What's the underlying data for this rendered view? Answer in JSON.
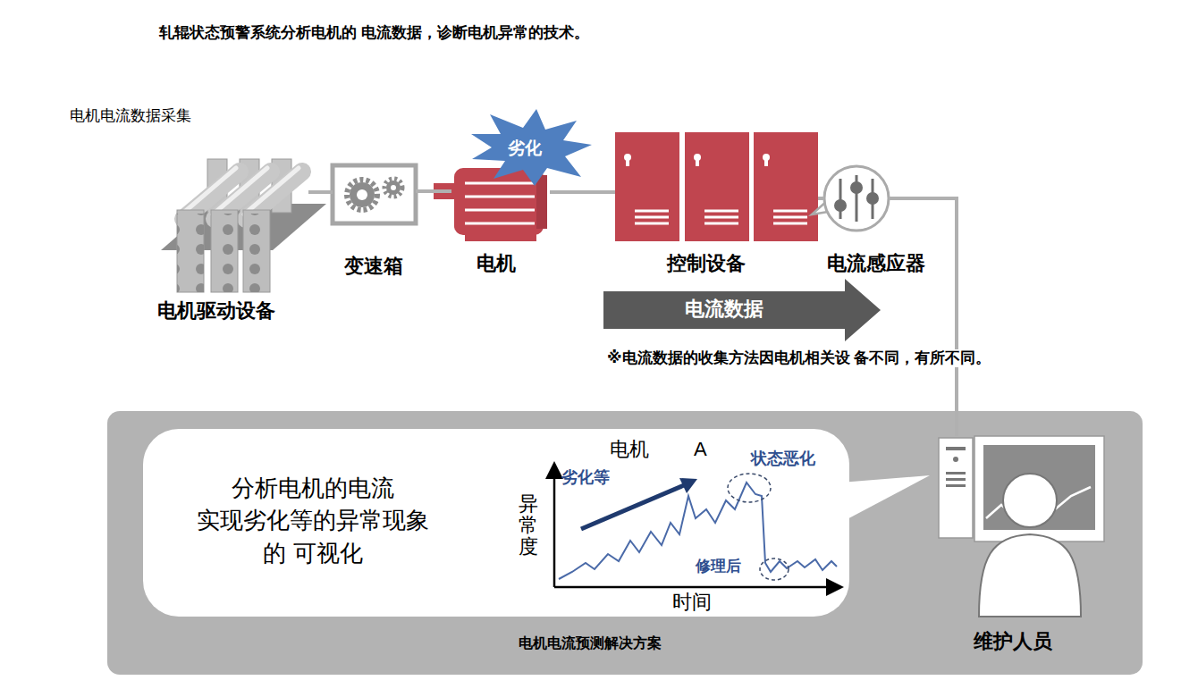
{
  "diagram": {
    "title": "轧辊状态预警系统分析电机的 电流数据，诊断电机异常的技术。",
    "nodes": [
      {
        "text": [
          "电机驱动设备"
        ]
      },
      {
        "text": [
          "变速箱"
        ]
      },
      {
        "text": [
          "电机"
        ]
      },
      {
        "text": [
          "劣化"
        ]
      },
      {
        "text": [
          "控制设备"
        ]
      },
      {
        "text": [
          "电流感应器"
        ]
      },
      {
        "text": [
          "电流数据"
        ]
      },
      {
        "text": [
          "电机电流预测解决方案"
        ]
      },
      {
        "text": [
          "分析电机的电流 实现劣化等的异常现象 的 可视化"
        ],
        "in": 7
      },
      {
        "text": [
          "维护人员"
        ],
        "in": 7
      }
    ],
    "edges": [
      {
        "from": 0,
        "to": 1,
        "arrow": "none"
      },
      {
        "from": 1,
        "to": 2,
        "arrow": "none"
      },
      {
        "from": 2,
        "to": 4,
        "arrow": "none"
      },
      {
        "from": 4,
        "to": 5,
        "arrow": "none"
      },
      {
        "from": 5,
        "to": 9,
        "arrow": "none"
      }
    ],
    "labels": [
      "电机电流数据采集",
      "※电流数据的收集方法因电机相关设 备不同，有所不同。",
      "电机",
      "A",
      "劣化等",
      "状态恶化",
      "异常度",
      "修理后",
      "时间"
    ]
  }
}
